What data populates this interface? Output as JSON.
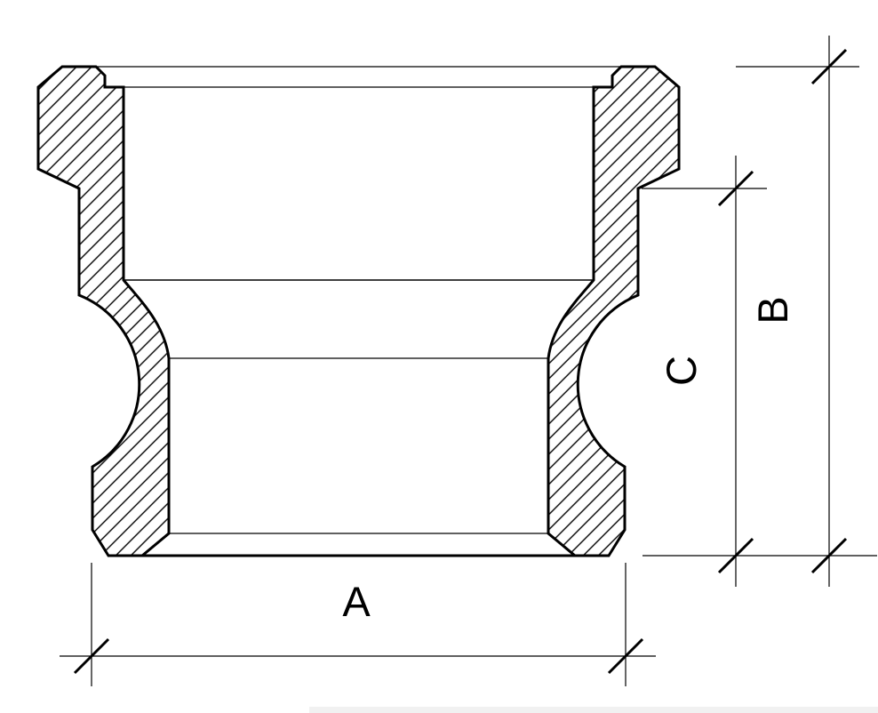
{
  "page": {
    "background_color": "#ffffff",
    "bottom_bar_color": "#f1f1f1"
  },
  "drawing": {
    "description": "Cross-section technical drawing of a camlock coupling adapter with diagonal section hatching",
    "line_color": "#000000",
    "hatch_style": "45-degree diagonal lines"
  },
  "dimensions": {
    "a": {
      "label": "A",
      "orientation": "horizontal",
      "location": "bottom"
    },
    "b": {
      "label": "B",
      "orientation": "vertical",
      "location": "right outer"
    },
    "c": {
      "label": "C",
      "orientation": "vertical",
      "location": "right inner"
    }
  }
}
